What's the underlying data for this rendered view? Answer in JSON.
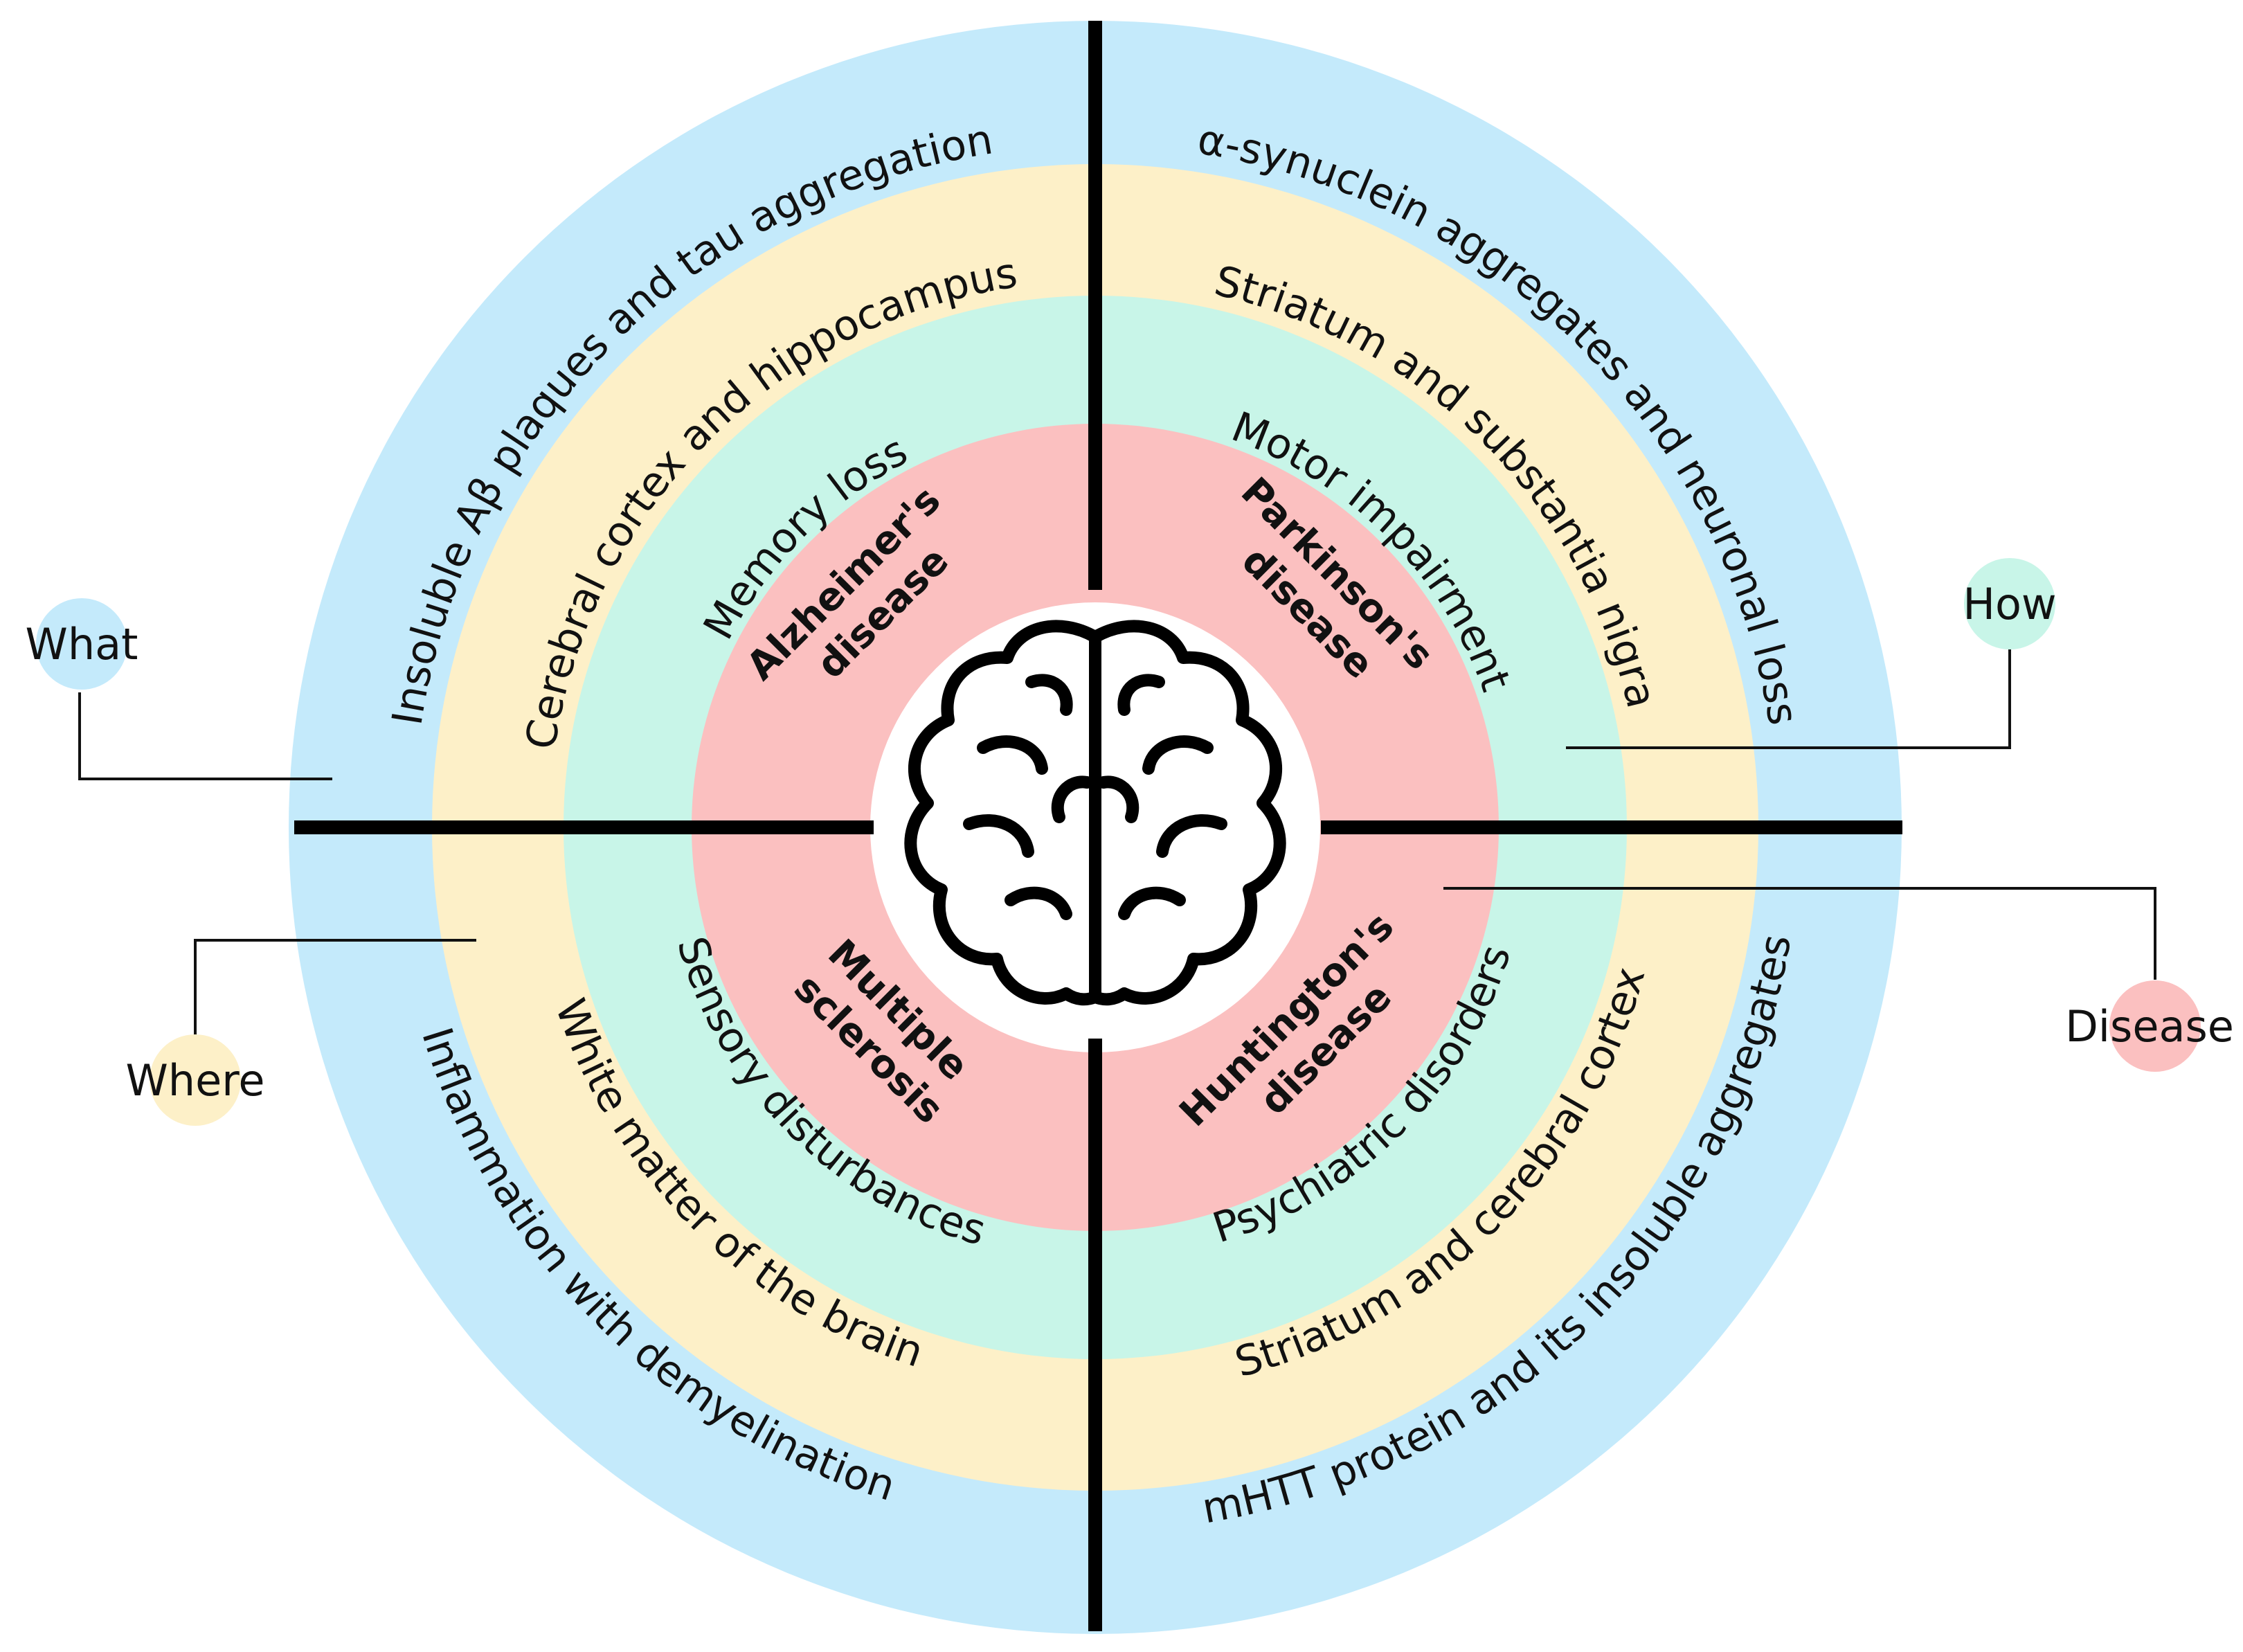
{
  "legend": {
    "what": "What",
    "how": "How",
    "where": "Where",
    "disease": "Disease"
  },
  "colors": {
    "what": "#c4eafb",
    "where": "#fdf0c8",
    "how": "#c8f5e8",
    "disease": "#fbc0c0",
    "divider": "#000000"
  },
  "quadrants": {
    "alzheimers": {
      "disease_line1": "Alzheimer's",
      "disease_line2": "disease",
      "how": "Memory loss",
      "where": "Cerebral cortex and hippocampus",
      "what": "Insoluble Aβ plaques and tau aggregation"
    },
    "parkinsons": {
      "disease_line1": "Parkinson's",
      "disease_line2": "disease",
      "how": "Motor impairment",
      "where": "Striatum and substantia nigra",
      "what": "α-synuclein aggregates and neuronal loss"
    },
    "multiple_sclerosis": {
      "disease_line1": "Multiple",
      "disease_line2": "sclerosis",
      "how": "Sensory disturbances",
      "where": "White matter of the brain",
      "what": "Inflammation with demyelination"
    },
    "huntingtons": {
      "disease_line1": "Huntington's",
      "disease_line2": "disease",
      "how": "Psychiatric disorders",
      "where": "Striatum and cerebral cortex",
      "what": "mHTT protein and its insoluble aggregates"
    }
  },
  "center_icon": "brain-icon"
}
